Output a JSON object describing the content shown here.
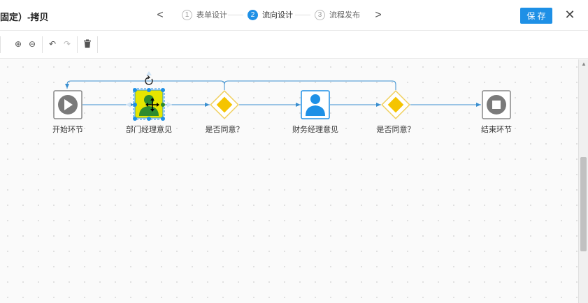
{
  "header": {
    "title": "固定）-拷贝",
    "steps": [
      {
        "num": "1",
        "label": "表单设计"
      },
      {
        "num": "2",
        "label": "流向设计"
      },
      {
        "num": "3",
        "label": "流程发布"
      }
    ],
    "prev": "<",
    "next": ">",
    "save_label": "保 存",
    "close": "✕"
  },
  "toolbar": {
    "zoom_in": "⊕",
    "zoom_out": "⊖",
    "undo": "↶",
    "redo": "↷",
    "delete": "🗑"
  },
  "flow": {
    "nodes": [
      {
        "label": "开始环节"
      },
      {
        "label": "部门经理意见"
      },
      {
        "label": "是否同意？"
      },
      {
        "label": "财务经理意见"
      },
      {
        "label": "是否同意？"
      },
      {
        "label": "结束环节"
      }
    ]
  },
  "colors": {
    "accent": "#1e90e6",
    "selected_fill": "#e6e600",
    "selected_icon": "#2e8b2e",
    "gateway": "#f5c400",
    "gateway_border": "#f0d060",
    "node_gray": "#777777",
    "edge": "#3a8fd0"
  }
}
